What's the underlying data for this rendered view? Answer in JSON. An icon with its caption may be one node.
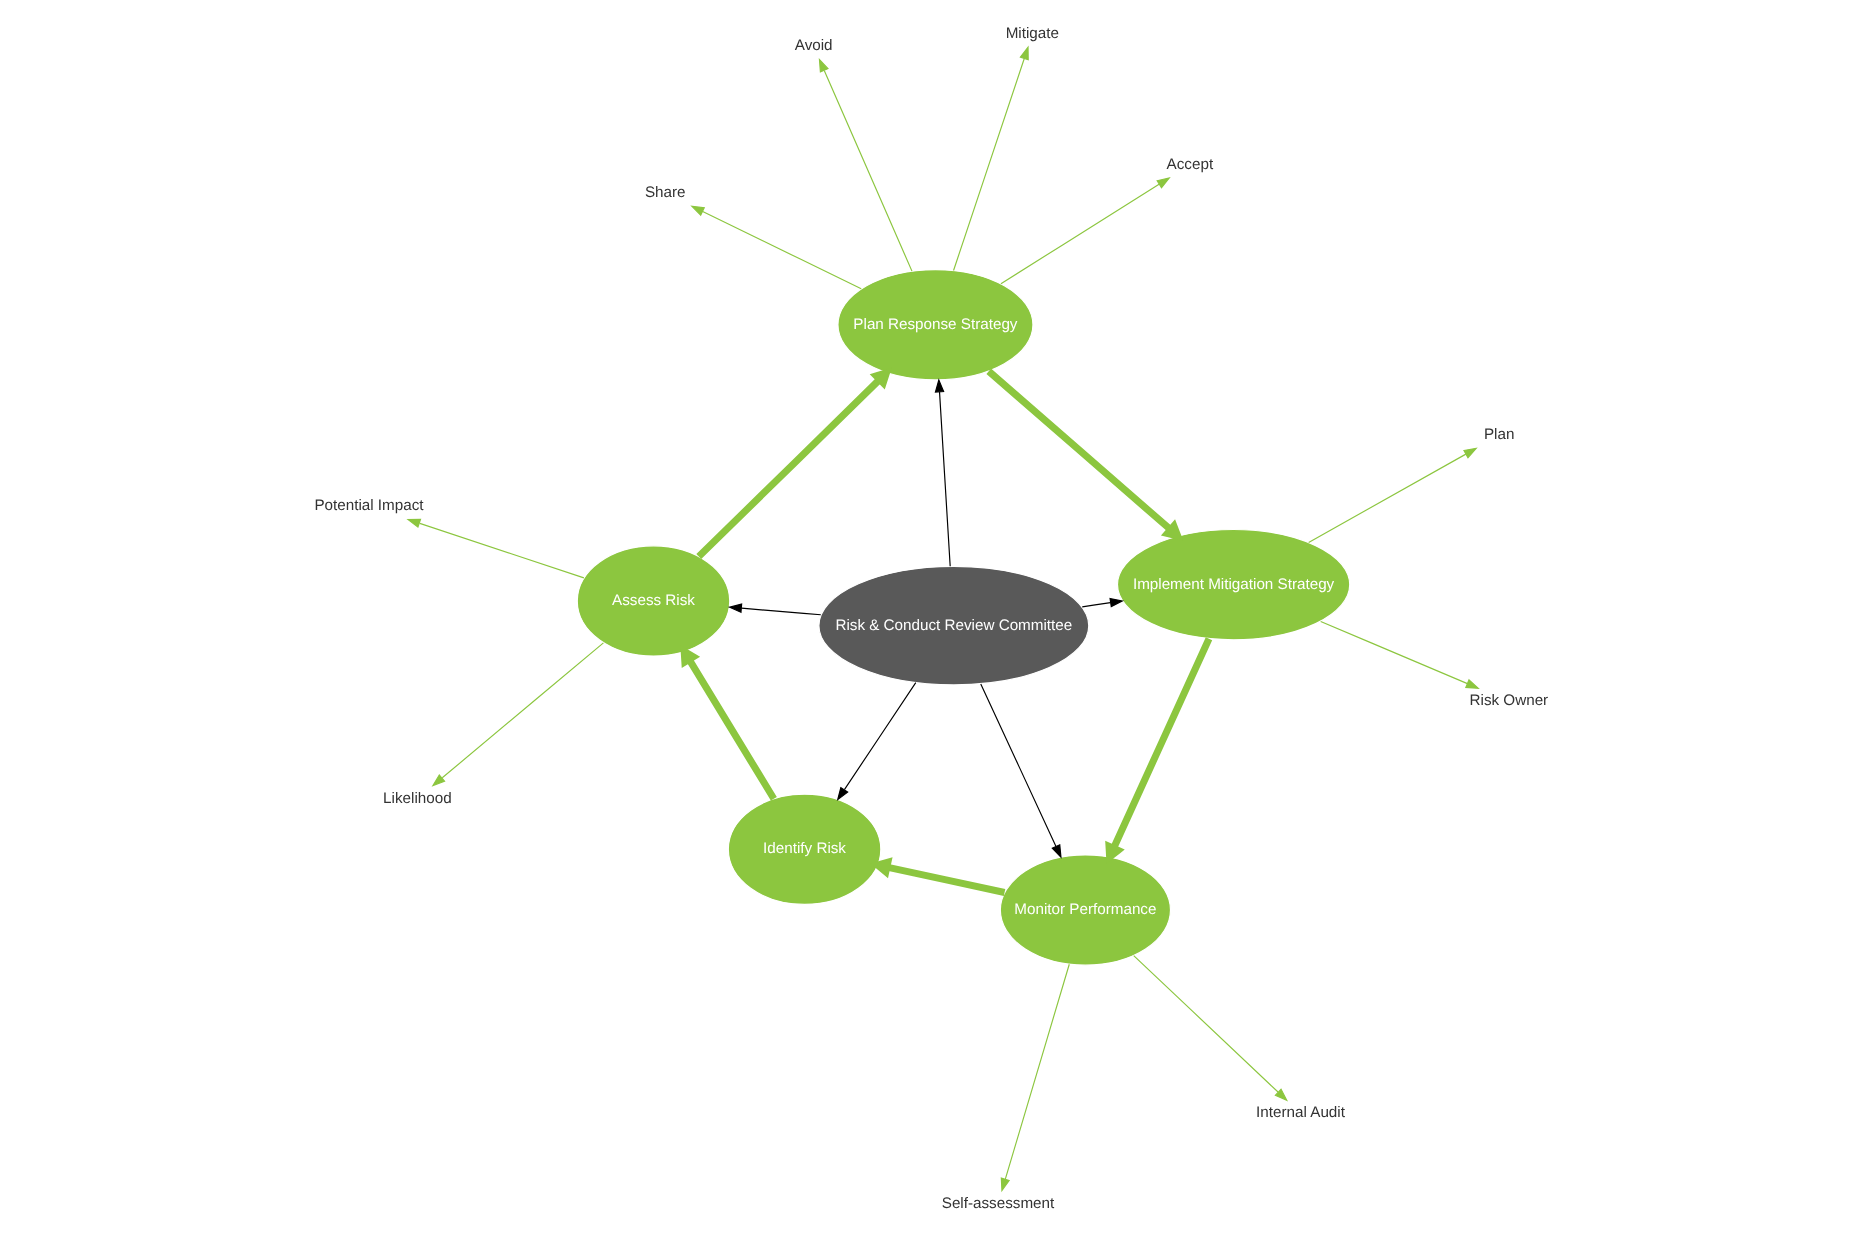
{
  "diagram": {
    "nodes": [
      {
        "text": [
          "Risk & Conduct Review Committee"
        ]
      },
      {
        "text": [
          "Monitor Performance"
        ]
      },
      {
        "text": [
          "Identify Risk"
        ]
      },
      {
        "text": [
          "Assess Risk"
        ]
      },
      {
        "text": [
          "Plan Response Strategy"
        ]
      },
      {
        "text": [
          "Implement Mitigation Strategy"
        ]
      },
      {
        "text": [
          "Self-assessment"
        ]
      },
      {
        "text": [
          "Internal Audit"
        ]
      },
      {
        "text": [
          "Potential Impact"
        ]
      },
      {
        "text": [
          "Likelihood"
        ]
      },
      {
        "text": [
          "Accept"
        ]
      },
      {
        "text": [
          "Share"
        ]
      },
      {
        "text": [
          "Mitigate"
        ]
      },
      {
        "text": [
          "Avoid"
        ]
      },
      {
        "text": [
          "Plan"
        ]
      },
      {
        "text": [
          "Risk Owner"
        ]
      }
    ],
    "edges": [
      {
        "from": 0,
        "to": 1,
        "arrow": "to",
        "color": "#000000"
      },
      {
        "from": 0,
        "to": 2,
        "arrow": "to",
        "color": "#000000"
      },
      {
        "from": 0,
        "to": 3,
        "arrow": "to",
        "color": "#000000"
      },
      {
        "from": 0,
        "to": 4,
        "arrow": "to",
        "color": "#000000"
      },
      {
        "from": 0,
        "to": 5,
        "arrow": "to",
        "color": "#000000"
      },
      {
        "from": 1,
        "to": 2,
        "arrow": "to",
        "style": "thick"
      },
      {
        "from": 2,
        "to": 3,
        "arrow": "to",
        "style": "thick"
      },
      {
        "from": 3,
        "to": 4,
        "arrow": "to",
        "style": "thick"
      },
      {
        "from": 4,
        "to": 5,
        "arrow": "to",
        "style": "thick"
      },
      {
        "from": 5,
        "to": 1,
        "arrow": "to",
        "style": "thick"
      },
      {
        "from": 1,
        "to": 6,
        "arrow": "to"
      },
      {
        "from": 1,
        "to": 7,
        "arrow": "to"
      },
      {
        "from": 3,
        "to": 8,
        "arrow": "to"
      },
      {
        "from": 3,
        "to": 9,
        "arrow": "to"
      },
      {
        "from": 4,
        "to": 10,
        "arrow": "to"
      },
      {
        "from": 4,
        "to": 11,
        "arrow": "to"
      },
      {
        "from": 4,
        "to": 12,
        "arrow": "to"
      },
      {
        "from": 4,
        "to": 13,
        "arrow": "to"
      },
      {
        "from": 5,
        "to": 14,
        "arrow": "to"
      },
      {
        "from": 5,
        "to": 15,
        "arrow": "to"
      }
    ]
  }
}
